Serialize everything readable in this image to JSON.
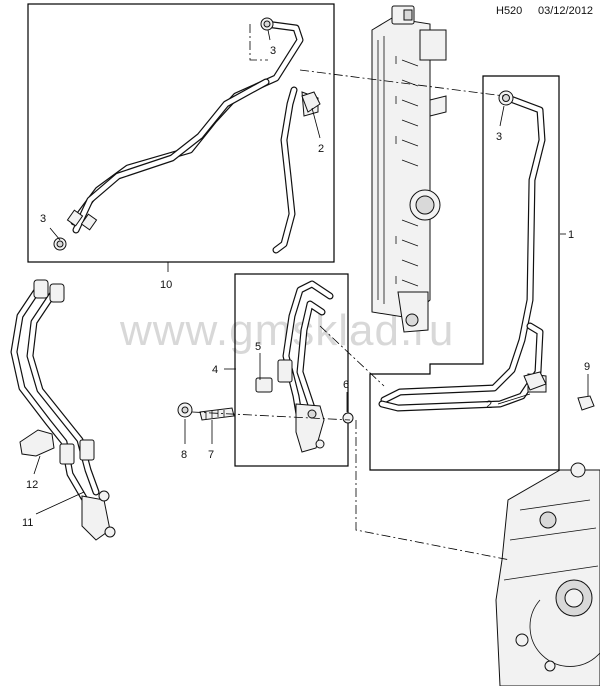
{
  "header": {
    "code": "H520",
    "date": "03/12/2012"
  },
  "watermark": "www.gmsklad.ru",
  "callouts": {
    "c1": "1",
    "c2a": "2",
    "c2b": "2",
    "c3a": "3",
    "c3b": "3",
    "c3c": "3",
    "c4": "4",
    "c5": "5",
    "c6": "6",
    "c7": "7",
    "c8": "8",
    "c9": "9",
    "c10": "10",
    "c11": "11",
    "c12": "12"
  }
}
